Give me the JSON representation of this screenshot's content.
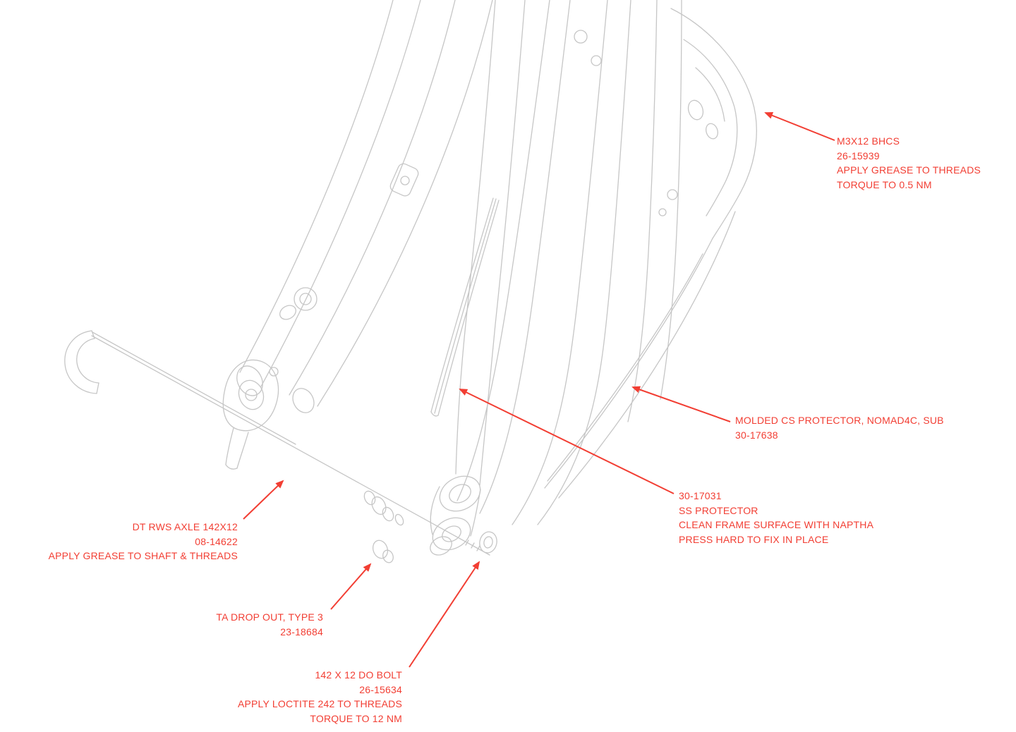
{
  "figure": {
    "background": "#ffffff",
    "line_color": "#c6c6c6",
    "accent_color": "#f23e33",
    "description": "Exploded technical line-art diagram of a bicycle rear triangle assembly with red callout annotations"
  },
  "annotations": [
    {
      "id": "m3x12-bhcs",
      "lines": [
        "M3X12 BHCS",
        "26-15939",
        "APPLY GREASE TO THREADS",
        "TORQUE TO 0.5 NM"
      ]
    },
    {
      "id": "molded-cs-protector",
      "lines": [
        "MOLDED CS PROTECTOR, NOMAD4C, SUB",
        "30-17638"
      ]
    },
    {
      "id": "ss-protector",
      "lines": [
        "30-17031",
        "SS PROTECTOR",
        "CLEAN FRAME SURFACE WITH NAPTHA",
        "PRESS HARD TO FIX IN PLACE"
      ]
    },
    {
      "id": "dt-rws-axle",
      "lines": [
        "DT RWS AXLE 142X12",
        "08-14622",
        "APPLY GREASE TO SHAFT & THREADS"
      ]
    },
    {
      "id": "ta-drop-out",
      "lines": [
        "TA DROP OUT, TYPE 3",
        "23-18684"
      ]
    },
    {
      "id": "do-bolt",
      "lines": [
        "142 X 12 DO BOLT",
        "26-15634",
        "APPLY LOCTITE 242 TO THREADS",
        "TORQUE TO 12 NM"
      ]
    }
  ]
}
